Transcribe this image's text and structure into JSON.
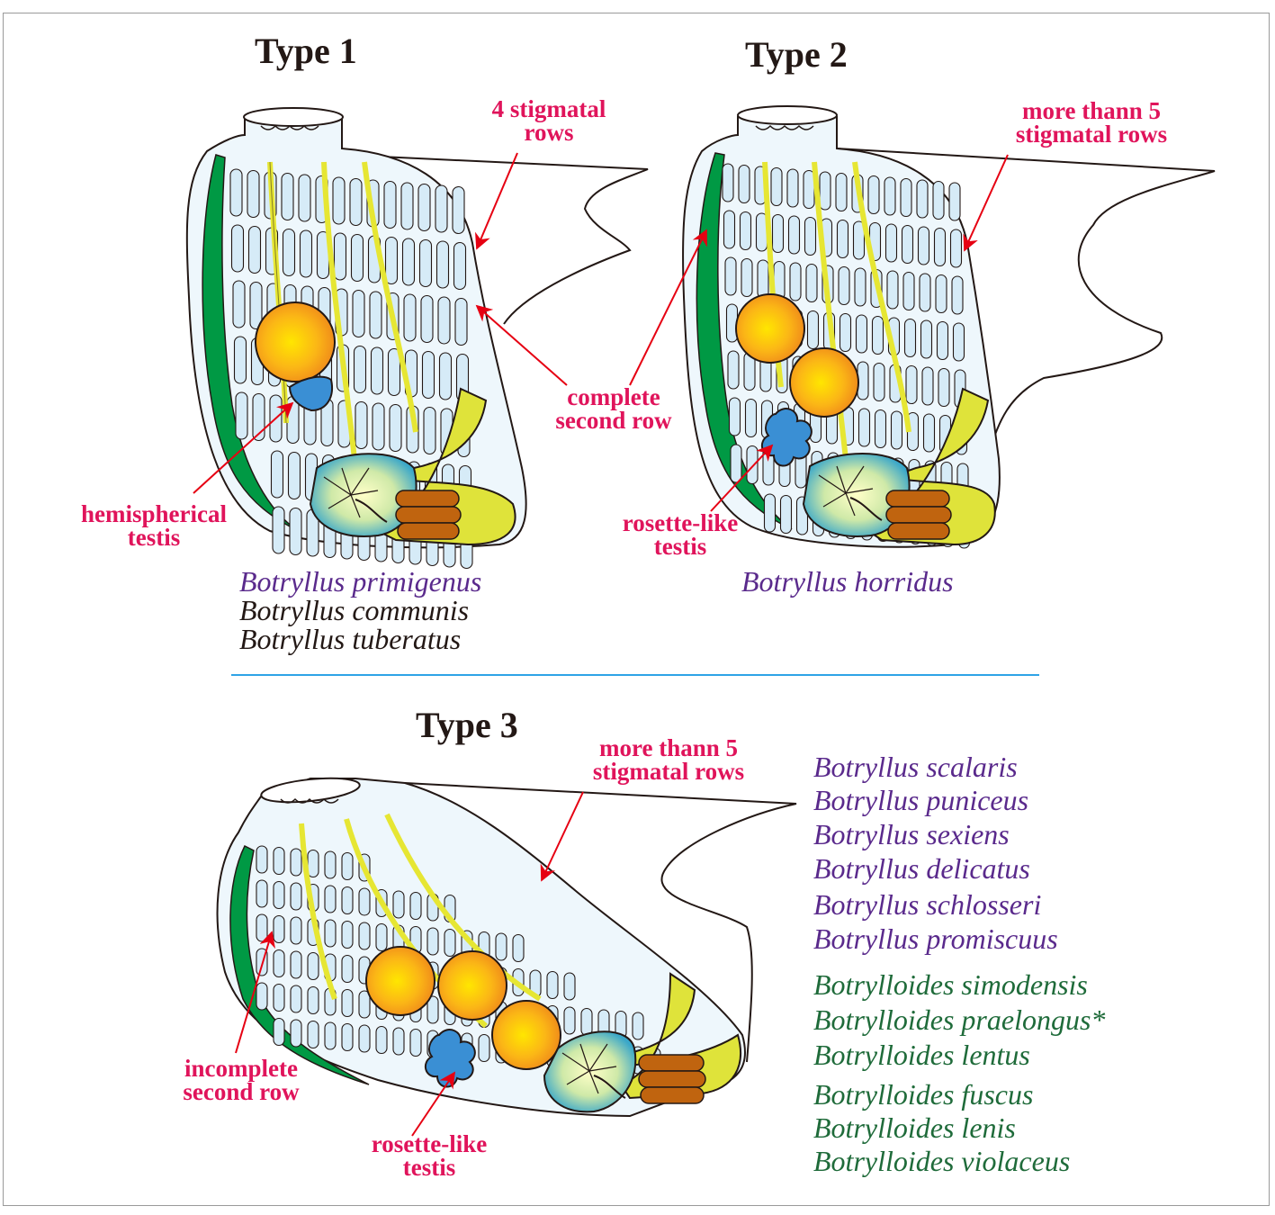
{
  "types": [
    {
      "title": "Type 1",
      "labels": {
        "rows": [
          "4 stigmatal",
          "rows"
        ],
        "second_row": [
          "complete",
          "second row"
        ],
        "testis": [
          "hemispherical",
          "testis"
        ]
      },
      "species": [
        {
          "name": "Botryllus primigenus",
          "color": "#5a2a8c"
        },
        {
          "name": "Botryllus communis",
          "color": "#231815"
        },
        {
          "name": "Botryllus tuberatus",
          "color": "#231815"
        }
      ]
    },
    {
      "title": "Type 2",
      "labels": {
        "rows": [
          "more thann 5",
          "stigmatal rows"
        ],
        "testis": [
          "rosette-like",
          "testis"
        ]
      },
      "species": [
        {
          "name": "Botryllus horridus",
          "color": "#5a2a8c"
        }
      ]
    },
    {
      "title": "Type 3",
      "labels": {
        "rows": [
          "more thann 5",
          "stigmatal rows"
        ],
        "second_row": [
          "incomplete",
          "second row"
        ],
        "testis": [
          "rosette-like",
          "testis"
        ]
      },
      "species_botryllus": [
        "Botryllus scalaris",
        "Botryllus puniceus",
        "Botryllus sexiens",
        "Botryllus delicatus",
        "Botryllus schlosseri",
        "Botryllus promiscuus"
      ],
      "species_botrylloides": [
        "Botrylloides simodensis",
        "Botrylloides praelongus*",
        "Botrylloides lentus",
        "Botrylloides fuscus",
        "Botrylloides lenis",
        "Botrylloides violaceus"
      ]
    }
  ],
  "colors": {
    "label_red": "#e0145b",
    "arrow_red": "#e60012",
    "botryllus_purple": "#5a2a8c",
    "botrylloides_green": "#1f6b3a",
    "endostyle_green": "#009944",
    "stigmata_blue": "#d6ebf7",
    "vessel_yellow": "#e6e633",
    "ovary_orange": "#f7a81c",
    "testis_blue": "#3a8fd4",
    "divider_blue": "#2fa3e6"
  }
}
